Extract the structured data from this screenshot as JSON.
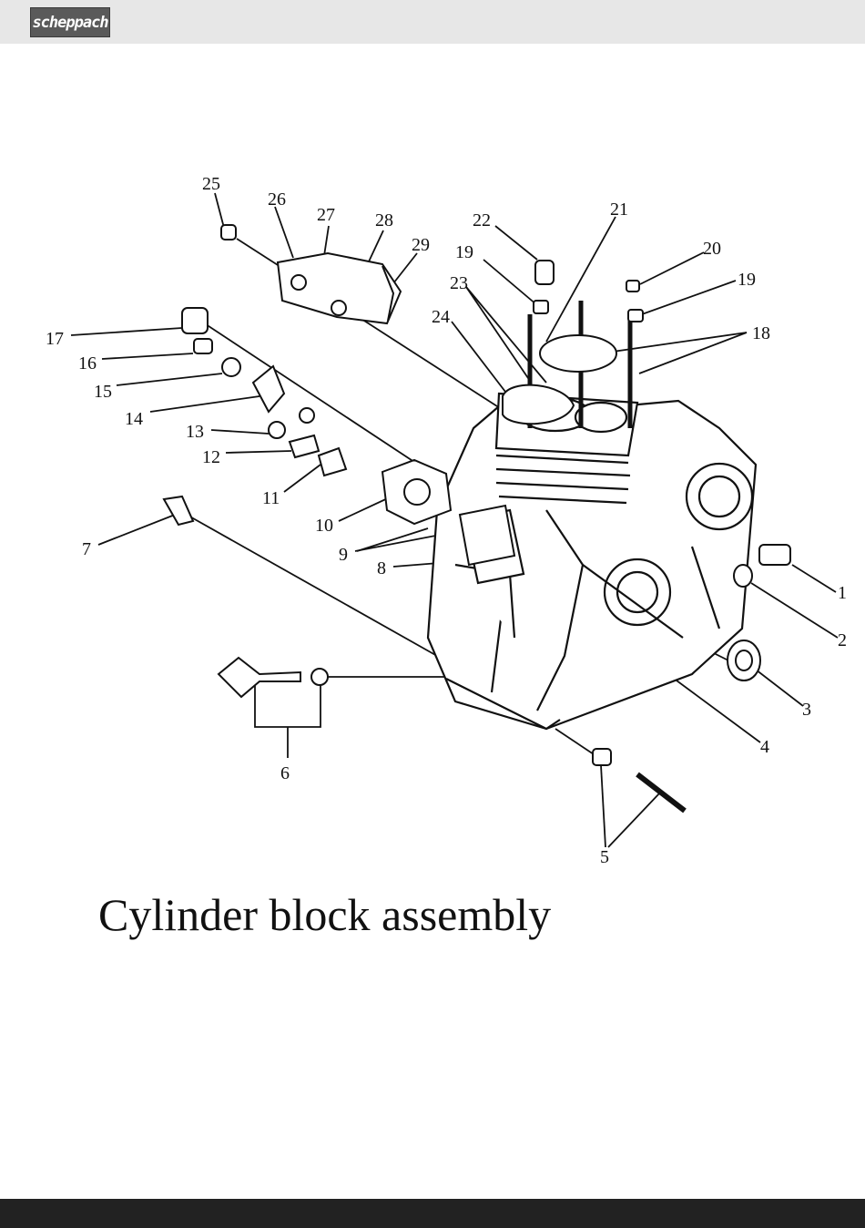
{
  "header": {
    "brand": "scheppach"
  },
  "diagram": {
    "callouts": [
      "1",
      "2",
      "3",
      "4",
      "5",
      "6",
      "7",
      "8",
      "9",
      "10",
      "11",
      "12",
      "13",
      "14",
      "15",
      "16",
      "17",
      "18",
      "19",
      "19",
      "20",
      "21",
      "22",
      "23",
      "24",
      "25",
      "26",
      "27",
      "28",
      "29"
    ]
  },
  "caption": "Cylinder block assembly",
  "colors": {
    "header_bg": "#e7e7e7",
    "footer_bg": "#222222",
    "logo_bg": "#5a5a5a"
  }
}
